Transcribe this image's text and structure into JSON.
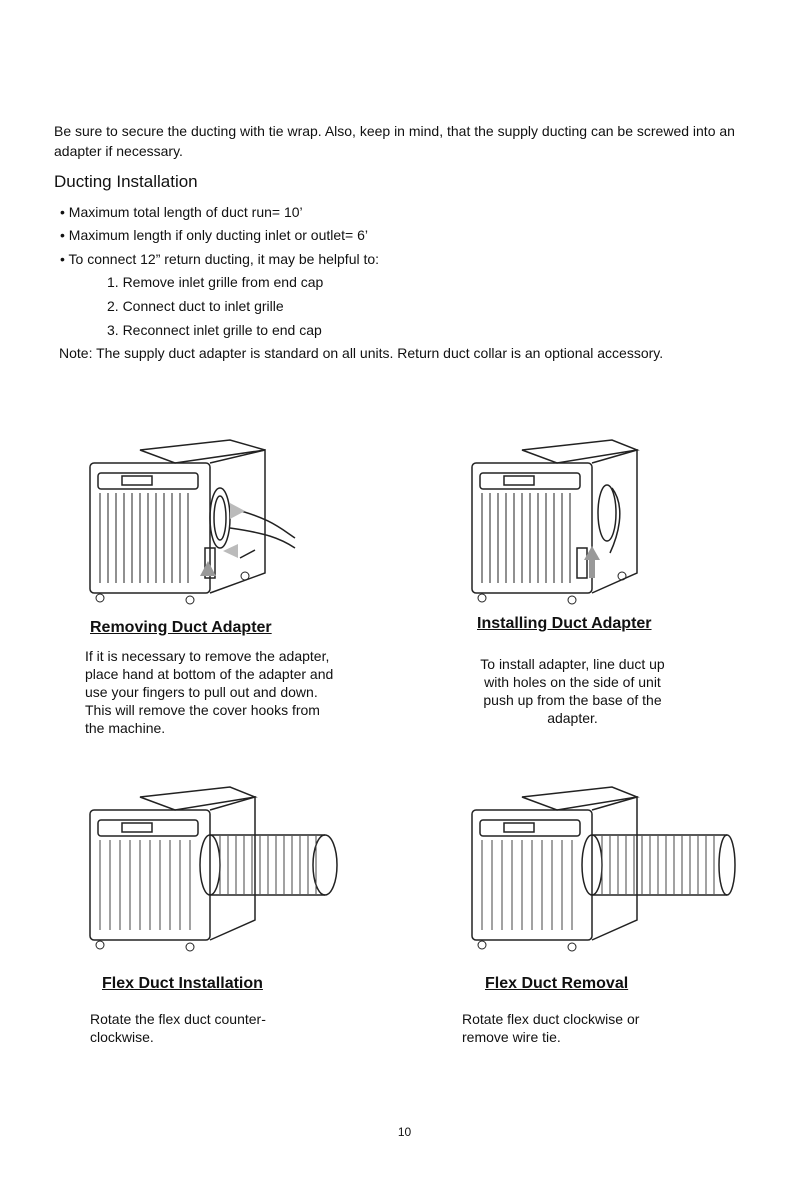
{
  "intro": "Be sure to secure the ducting with tie wrap. Also, keep in mind, that the supply ducting can be screwed into an adapter if necessary.",
  "section_title": "Ducting Installation",
  "bullets": [
    "• Maximum total length of duct run= 10’",
    "• Maximum length if only ducting inlet or outlet= 6’",
    "• To connect 12” return ducting, it may be helpful to:"
  ],
  "steps": [
    "1. Remove inlet grille from end cap",
    "2. Connect duct to inlet grille",
    "3. Reconnect inlet grille to end cap"
  ],
  "note": "Note: The supply duct adapter is standard on all units. Return duct collar is an optional accessory.",
  "figures": [
    {
      "title": "Removing Duct Adapter",
      "lines": [
        "If it is necessary to remove the adapter,",
        "place hand at bottom of the adapter and",
        "use your fingers to pull out and down.",
        "This will remove the cover hooks from",
        "the machine."
      ]
    },
    {
      "title": "Installing Duct Adapter",
      "lines": [
        "To install adapter, line duct up",
        "with holes on the side of unit",
        "push up from the base of the",
        "adapter."
      ]
    },
    {
      "title": "Flex Duct Installation",
      "lines": [
        "Rotate the flex duct counter-",
        "clockwise."
      ]
    },
    {
      "title": "Flex Duct Removal",
      "lines": [
        "Rotate flex duct clockwise or",
        "remove wire tie."
      ]
    }
  ],
  "page_number": "10"
}
